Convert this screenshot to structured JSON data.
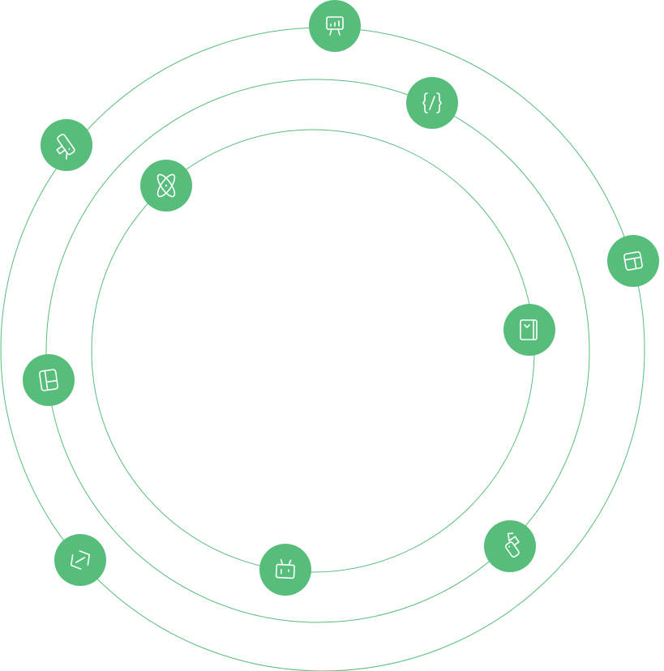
{
  "colors": {
    "accent": "#57BD7B",
    "icon_fg": "#ffffff",
    "background": "#ffffff"
  },
  "orbits": [
    "outer-orbit",
    "middle-orbit",
    "inner-orbit"
  ],
  "icons": [
    {
      "name": "presentation-chart-icon",
      "orbit": "outer-orbit"
    },
    {
      "name": "code-braces-icon",
      "orbit": "middle-orbit"
    },
    {
      "name": "color-swatch-icon",
      "orbit": "outer-orbit"
    },
    {
      "name": "atom-icon",
      "orbit": "inner-orbit"
    },
    {
      "name": "layout-panel-icon",
      "orbit": "outer-orbit"
    },
    {
      "name": "bookmark-book-icon",
      "orbit": "inner-orbit"
    },
    {
      "name": "layout-grid-icon",
      "orbit": "middle-orbit"
    },
    {
      "name": "code-tag-icon",
      "orbit": "outer-orbit"
    },
    {
      "name": "tv-icon",
      "orbit": "inner-orbit"
    },
    {
      "name": "color-palette-icon",
      "orbit": "middle-orbit"
    }
  ]
}
